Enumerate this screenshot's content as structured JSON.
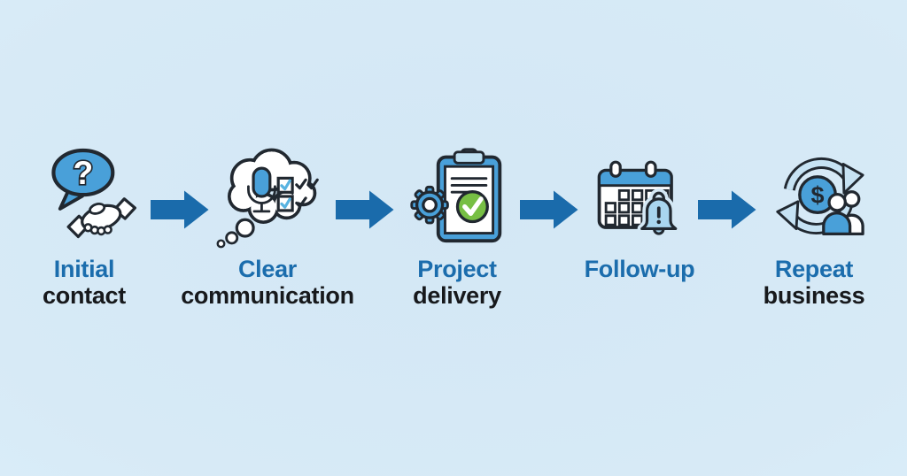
{
  "diagram": {
    "type": "process-flow",
    "title": "",
    "steps": [
      {
        "id": "initial-contact",
        "label_line1": "Initial",
        "label_line2": "contact",
        "icon": "speech-bubble-question-handshake-icon"
      },
      {
        "id": "clear-communication",
        "label_line1": "Clear",
        "label_line2": "communication",
        "icon": "thought-cloud-mic-checklist-icon"
      },
      {
        "id": "project-delivery",
        "label_line1": "Project",
        "label_line2": "delivery",
        "icon": "clipboard-gear-check-icon"
      },
      {
        "id": "follow-up",
        "label_line1": "Follow-up",
        "label_line2": "",
        "icon": "calendar-bell-icon"
      },
      {
        "id": "repeat-business",
        "label_line1": "Repeat",
        "label_line2": "business",
        "icon": "cycle-dollar-people-icon"
      }
    ],
    "connectors": {
      "shape": "arrow-right",
      "count": 4,
      "color": "#1a6bab"
    },
    "glyphs": {
      "question_mark": "?",
      "dollar_sign": "$"
    },
    "colors": {
      "background": "#d6e8f4",
      "label_primary_blue": "#1b6dad",
      "label_secondary_dark": "#17191c",
      "icon_blue": "#49a0d9",
      "icon_light_blue": "#a9d6ef",
      "icon_pale_blue": "#c6e2f3",
      "icon_outline": "#212830",
      "success_green": "#77bf44",
      "arrow_blue": "#1a6bab"
    }
  }
}
